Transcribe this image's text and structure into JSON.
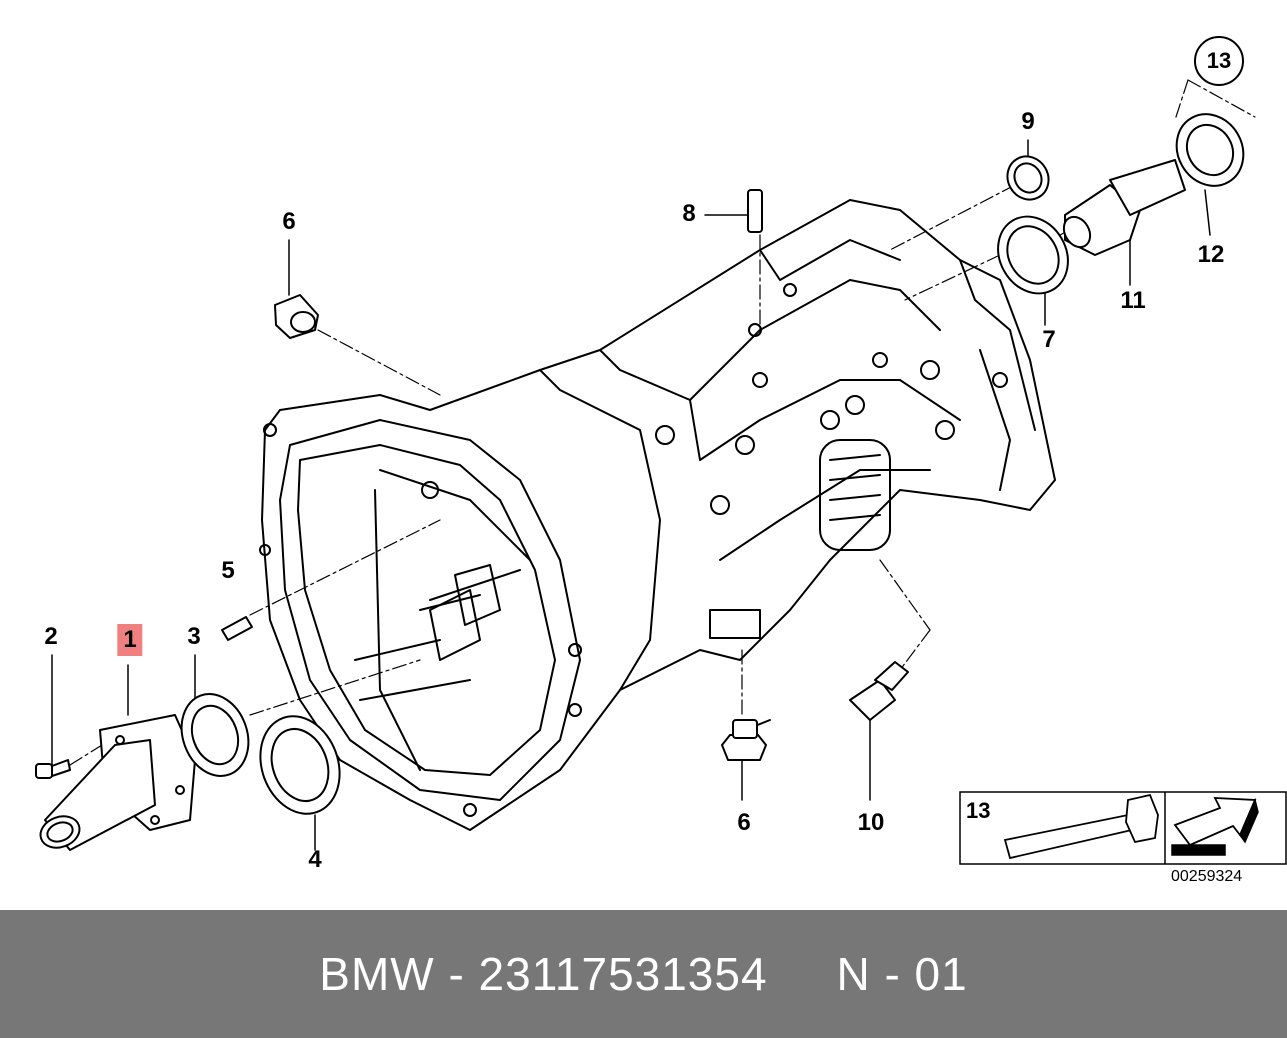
{
  "callouts": {
    "c1": "1",
    "c2": "2",
    "c3": "3",
    "c4": "4",
    "c5": "5",
    "c6a": "6",
    "c6b": "6",
    "c7": "7",
    "c8": "8",
    "c9": "9",
    "c10": "10",
    "c11": "11",
    "c12": "12",
    "c13": "13"
  },
  "inset": {
    "label": "13"
  },
  "reference_code": "00259324",
  "footer": {
    "text": "BMW - 23117531354     N - 01"
  },
  "colors": {
    "highlight": "#f08080",
    "footer_bg": "#777777",
    "footer_text": "#ffffff"
  }
}
